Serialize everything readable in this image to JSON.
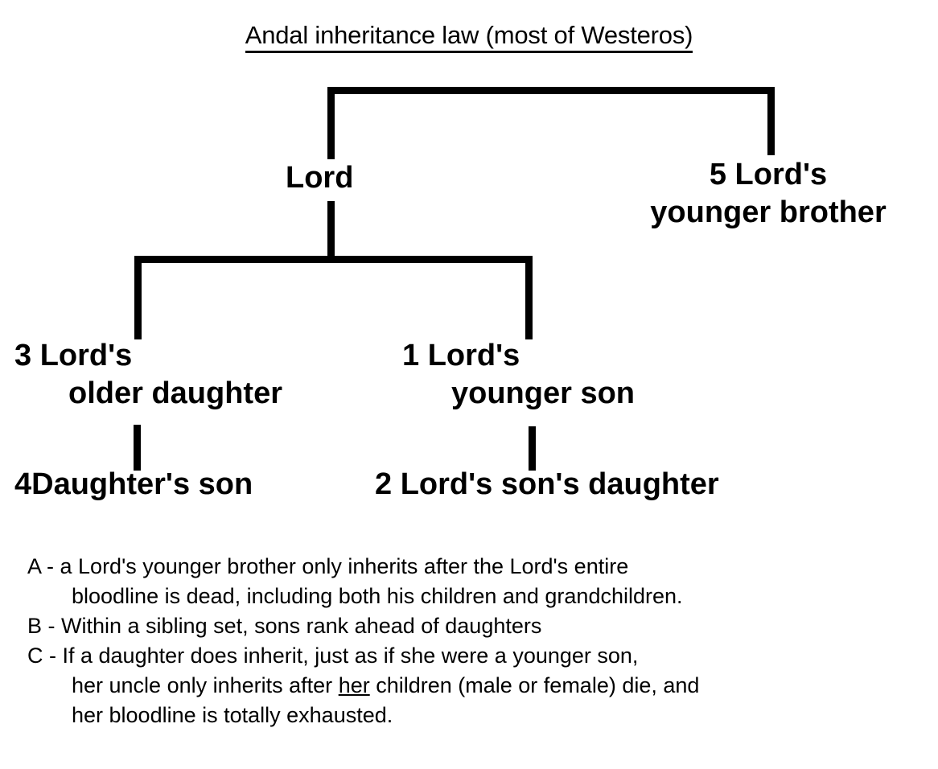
{
  "title": "Andal inheritance law (most of Westeros)",
  "tree": {
    "lord": {
      "rank": "",
      "label": "Lord"
    },
    "brother": {
      "rank": "5",
      "line1": "Lord's",
      "line2": "younger brother"
    },
    "older_daughter": {
      "rank": "3",
      "line1": "Lord's",
      "line2": "older daughter"
    },
    "younger_son": {
      "rank": "1",
      "line1": "Lord's",
      "line2": "younger son"
    },
    "daughters_son": {
      "rank": "4",
      "label": "Daughter's son"
    },
    "sons_daughter": {
      "rank": "2",
      "label": "Lord's son's daughter"
    }
  },
  "notes": [
    {
      "key": "A - ",
      "lines": [
        "a Lord's younger brother only inherits after the Lord's entire",
        "bloodline is dead, including both his children and grandchildren."
      ]
    },
    {
      "key": "B - ",
      "lines": [
        "Within a sibling set, sons rank ahead of daughters"
      ]
    },
    {
      "key": "C - ",
      "lines": [
        "If a daughter does inherit, just as if she were a younger son,",
        "her uncle only inherits after ",
        "her",
        " children (male or female) die, and",
        "her bloodline is totally exhausted."
      ]
    }
  ],
  "colors": {
    "ink": "#000000",
    "background": "#ffffff"
  }
}
